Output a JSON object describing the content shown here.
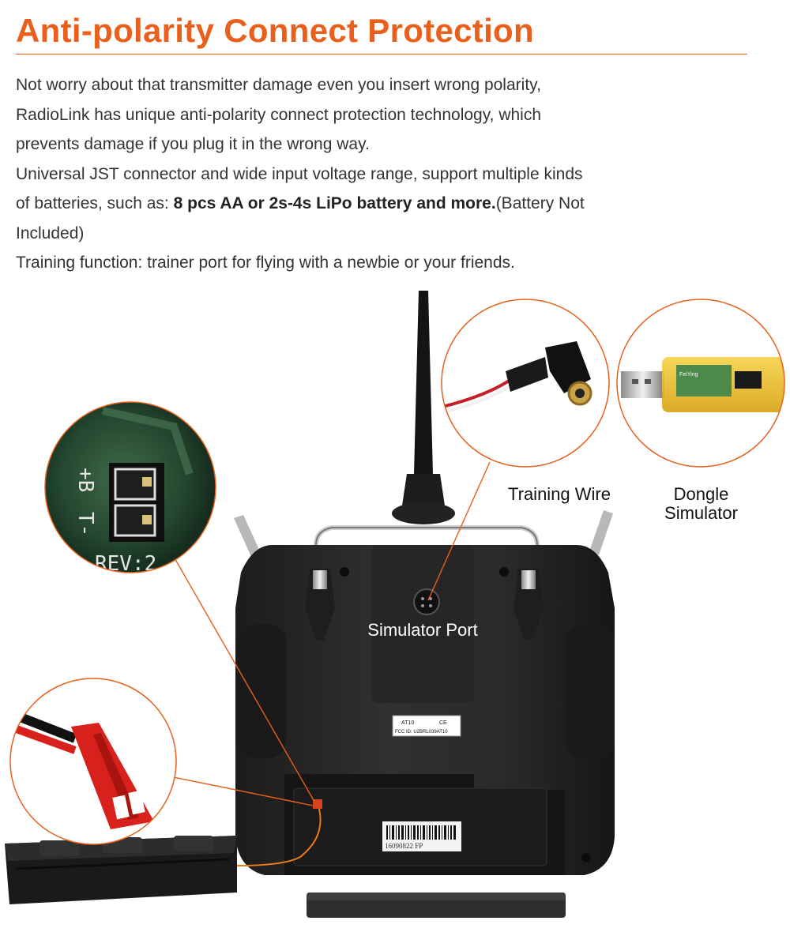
{
  "header": {
    "title": "Anti-polarity Connect Protection"
  },
  "description": {
    "line1": "Not worry about that transmitter damage even you insert wrong polarity,",
    "line2": "RadioLink has unique anti-polarity connect protection technology, which",
    "line3": "prevents damage if you plug it in the wrong way.",
    "line4": "Universal JST connector and wide input voltage range, support multiple kinds",
    "line5_prefix": "of batteries, such as: ",
    "line5_bold": "8 pcs AA or 2s-4s LiPo battery and more.",
    "line5_suffix": "(Battery Not",
    "line6": "Included)",
    "line7": "Training function: trainer port for flying with a newbie or your friends."
  },
  "callouts": {
    "training_wire": "Training Wire",
    "dongle_line1": "Dongle",
    "dongle_line2": "Simulator",
    "simulator_port": "Simulator Port"
  },
  "pcb_silkscreen": {
    "plus": "+B",
    "minus": "T-",
    "rev": "REV:2"
  },
  "sticker": {
    "model": "AT10",
    "cert": "CE",
    "fcc": "FCC ID: U2BRL039AT10"
  },
  "barcode_number": "16090822 FP",
  "dongle_brand": "FeiYing",
  "colors": {
    "accent": "#e8601c",
    "transmitter_body": "#2a2a2a",
    "plug_red": "#d8201c"
  }
}
